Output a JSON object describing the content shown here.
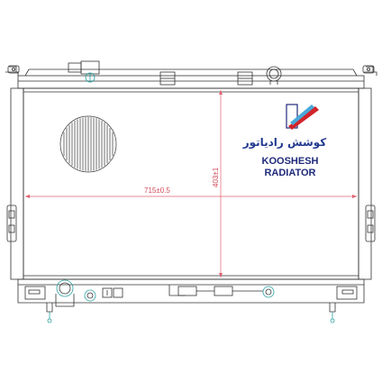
{
  "brand": {
    "persian_name": "کوشش رادیاتور",
    "name_line1": "KOOSHESH",
    "name_line2": "RADIATOR",
    "colors": {
      "blue": "#1f2a7a",
      "red": "#d2232a",
      "light_blue": "#4aa8d8"
    }
  },
  "dimensions": {
    "width_label": "715±0.5",
    "height_label": "403±1",
    "dimension_color": "#e06070"
  },
  "drawing": {
    "line_color": "#333333",
    "accent_color": "#2aa0a0"
  }
}
